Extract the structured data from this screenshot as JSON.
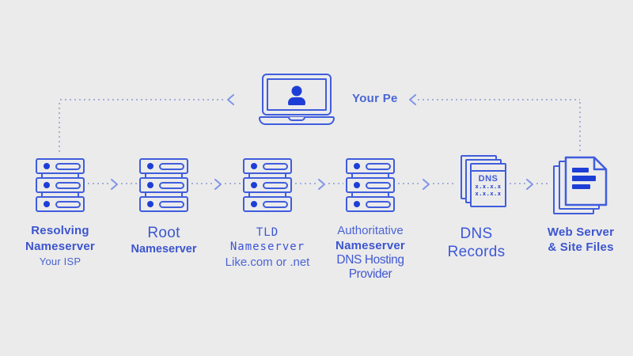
{
  "colors": {
    "background": "#ebebeb",
    "outline_blue": "#3f5ddd",
    "solid_blue": "#1d3ed6",
    "dotted_line": "#a6aed8",
    "chevron": "#7f95e6",
    "label_blue": "#3c55cf"
  },
  "computer": {
    "label": "Your Pe"
  },
  "nodes": [
    {
      "id": "resolving-nameserver",
      "lines": [
        "Resolving",
        "Nameserver",
        "Your ISP"
      ]
    },
    {
      "id": "root-nameserver",
      "lines": [
        "Root",
        "Nameserver"
      ]
    },
    {
      "id": "tld-nameserver",
      "lines": [
        "TLD",
        "Nameserver",
        "Like.com or .net"
      ]
    },
    {
      "id": "authoritative-nameserver",
      "lines": [
        "Authoritative",
        "Nameserver",
        "DNS Hosting",
        "Provider"
      ]
    },
    {
      "id": "dns-records",
      "lines": [
        "DNS",
        "Records"
      ]
    },
    {
      "id": "web-server",
      "lines": [
        "Web Server",
        "& Site Files"
      ]
    }
  ],
  "dns_document": {
    "heading": "DNS",
    "rows": [
      "x.x.x.x",
      "x.x.x.x"
    ]
  }
}
